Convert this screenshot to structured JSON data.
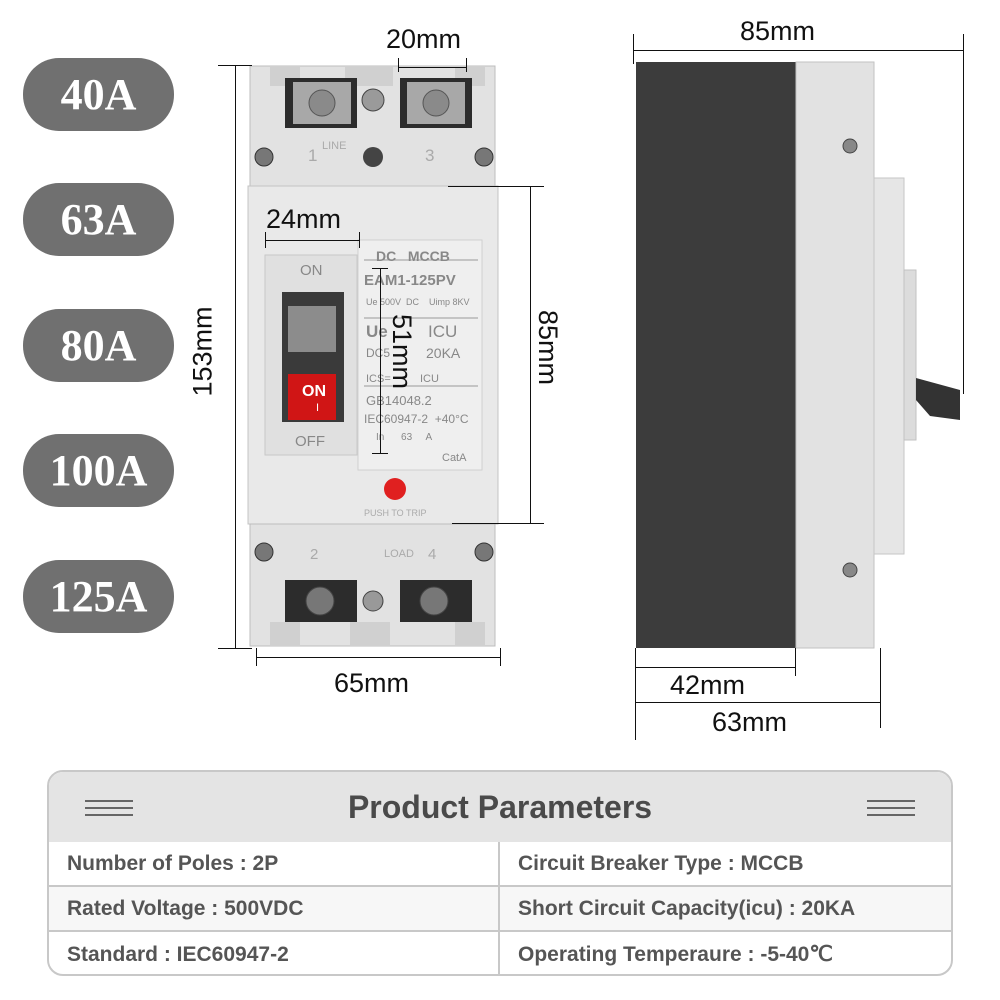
{
  "ratings": [
    "40A",
    "63A",
    "80A",
    "100A",
    "125A"
  ],
  "dimensions": {
    "terminal_pitch": "20mm",
    "front_height": "153mm",
    "front_width": "65mm",
    "handle_width": "24mm",
    "handle_height": "51mm",
    "cover_height": "85mm",
    "side_top": "85mm",
    "side_body": "42mm",
    "side_total": "63mm"
  },
  "label": {
    "line1": "DC   MCCB",
    "model": "EAM1-125PV",
    "spec1": "Ue 500V  DC    Uimp 8KV",
    "ue": "Ue",
    "icu": "ICU",
    "dc": "DC5",
    "ka": "20KA",
    "ics": "ICS=",
    "ics2": "ICU",
    "gb": "GB14048.2",
    "iec": "IEC60947-2  +40°C",
    "in": "In      63     A",
    "cat": "CatA"
  },
  "breaker_text": {
    "on": "ON",
    "off": "OFF",
    "handle_on": "ON",
    "handle_i": "I",
    "line": "LINE",
    "t1": "1",
    "t3": "3",
    "t2": "2",
    "t4": "4",
    "load": "LOAD",
    "push": "PUSH TO TRIP"
  },
  "params": {
    "title": "Product Parameters",
    "rows": [
      [
        "Number of Poles : 2P",
        "Circuit Breaker Type : MCCB"
      ],
      [
        "Rated Voltage : 500VDC",
        "Short Circuit Capacity(icu) : 20KA"
      ],
      [
        "Standard : IEC60947-2",
        "Operating Temperaure : -5-40℃"
      ]
    ]
  }
}
